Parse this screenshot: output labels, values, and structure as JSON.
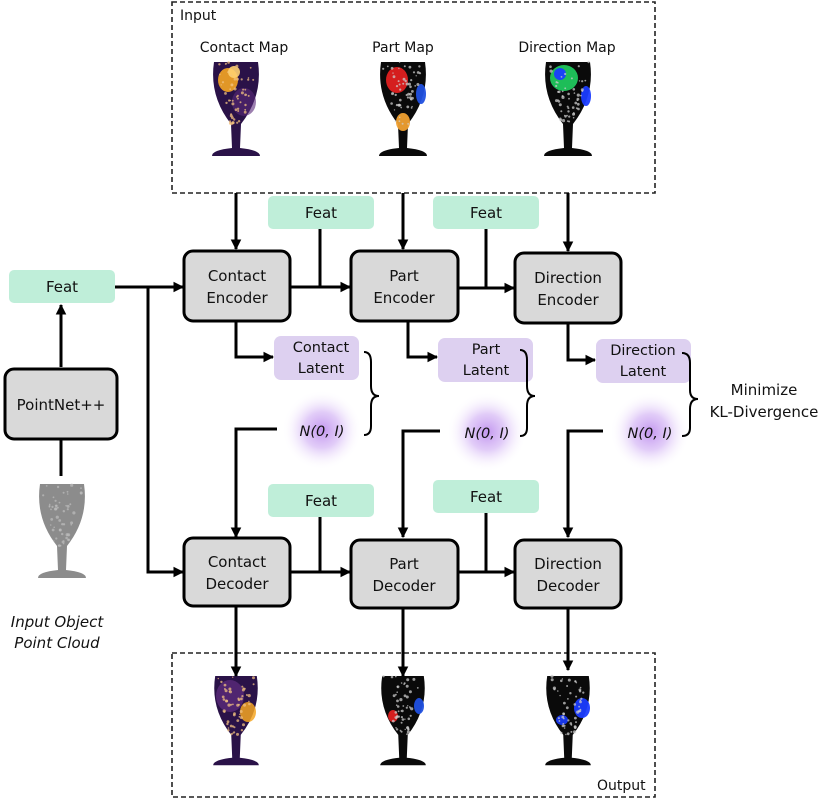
{
  "input_region": {
    "label": "Input"
  },
  "output_region": {
    "label": "Output"
  },
  "maps": {
    "contact": "Contact Map",
    "part": "Part Map",
    "direction": "Direction Map"
  },
  "feat_label": "Feat",
  "pointnet": {
    "label": "PointNet++"
  },
  "input_object": {
    "line1": "Input Object",
    "line2": "Point Cloud"
  },
  "encoders": {
    "contact": {
      "line1": "Contact",
      "line2": "Encoder"
    },
    "part": {
      "line1": "Part",
      "line2": "Encoder"
    },
    "direction": {
      "line1": "Direction",
      "line2": "Encoder"
    }
  },
  "latents": {
    "contact": {
      "line1": "Contact",
      "line2": "Latent"
    },
    "part": {
      "line1": "Part",
      "line2": "Latent"
    },
    "direction": {
      "line1": "Direction",
      "line2": "Latent"
    }
  },
  "prior": {
    "label": "N(0, I)"
  },
  "kl": {
    "line1": "Minimize",
    "line2": "KL-Divergence"
  },
  "decoders": {
    "contact": {
      "line1": "Contact",
      "line2": "Decoder"
    },
    "part": {
      "line1": "Part",
      "line2": "Decoder"
    },
    "direction": {
      "line1": "Direction",
      "line2": "Decoder"
    }
  },
  "colors": {
    "feat_fill": "#bfeed9",
    "latent_fill": "#ddd0f0",
    "module_fill": "#d9d9d9",
    "prior_glow": "#b884ec",
    "contact_hot": "#f5a623",
    "contact_cold": "#2a1248",
    "part_red": "#e02020",
    "part_blue": "#2050e0",
    "part_orange": "#f0a030",
    "direction_blue": "#1a3cff",
    "direction_green": "#20d060",
    "input_cloud": "#8c8c8c",
    "point_dark": "#0a0a0a"
  }
}
